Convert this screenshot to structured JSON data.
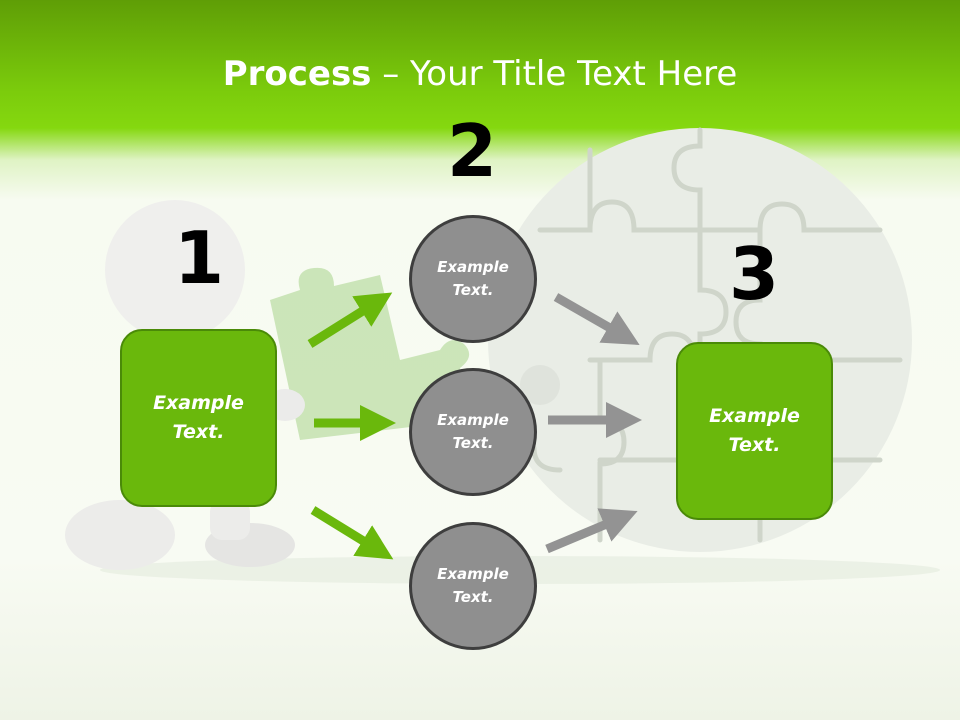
{
  "title": {
    "bold": "Process",
    "rest": " – Your Title Text Here"
  },
  "steps": {
    "one": {
      "number": "1",
      "label": "Example\nText."
    },
    "two": {
      "number": "2"
    },
    "three": {
      "number": "3",
      "label": "Example\nText."
    }
  },
  "circles": [
    {
      "label": "Example\nText."
    },
    {
      "label": "Example\nText."
    },
    {
      "label": "Example\nText."
    }
  ],
  "colors": {
    "accent_green": "#6ab80c",
    "circle_gray": "#8f8f8f",
    "arrow_gray": "#939393"
  }
}
